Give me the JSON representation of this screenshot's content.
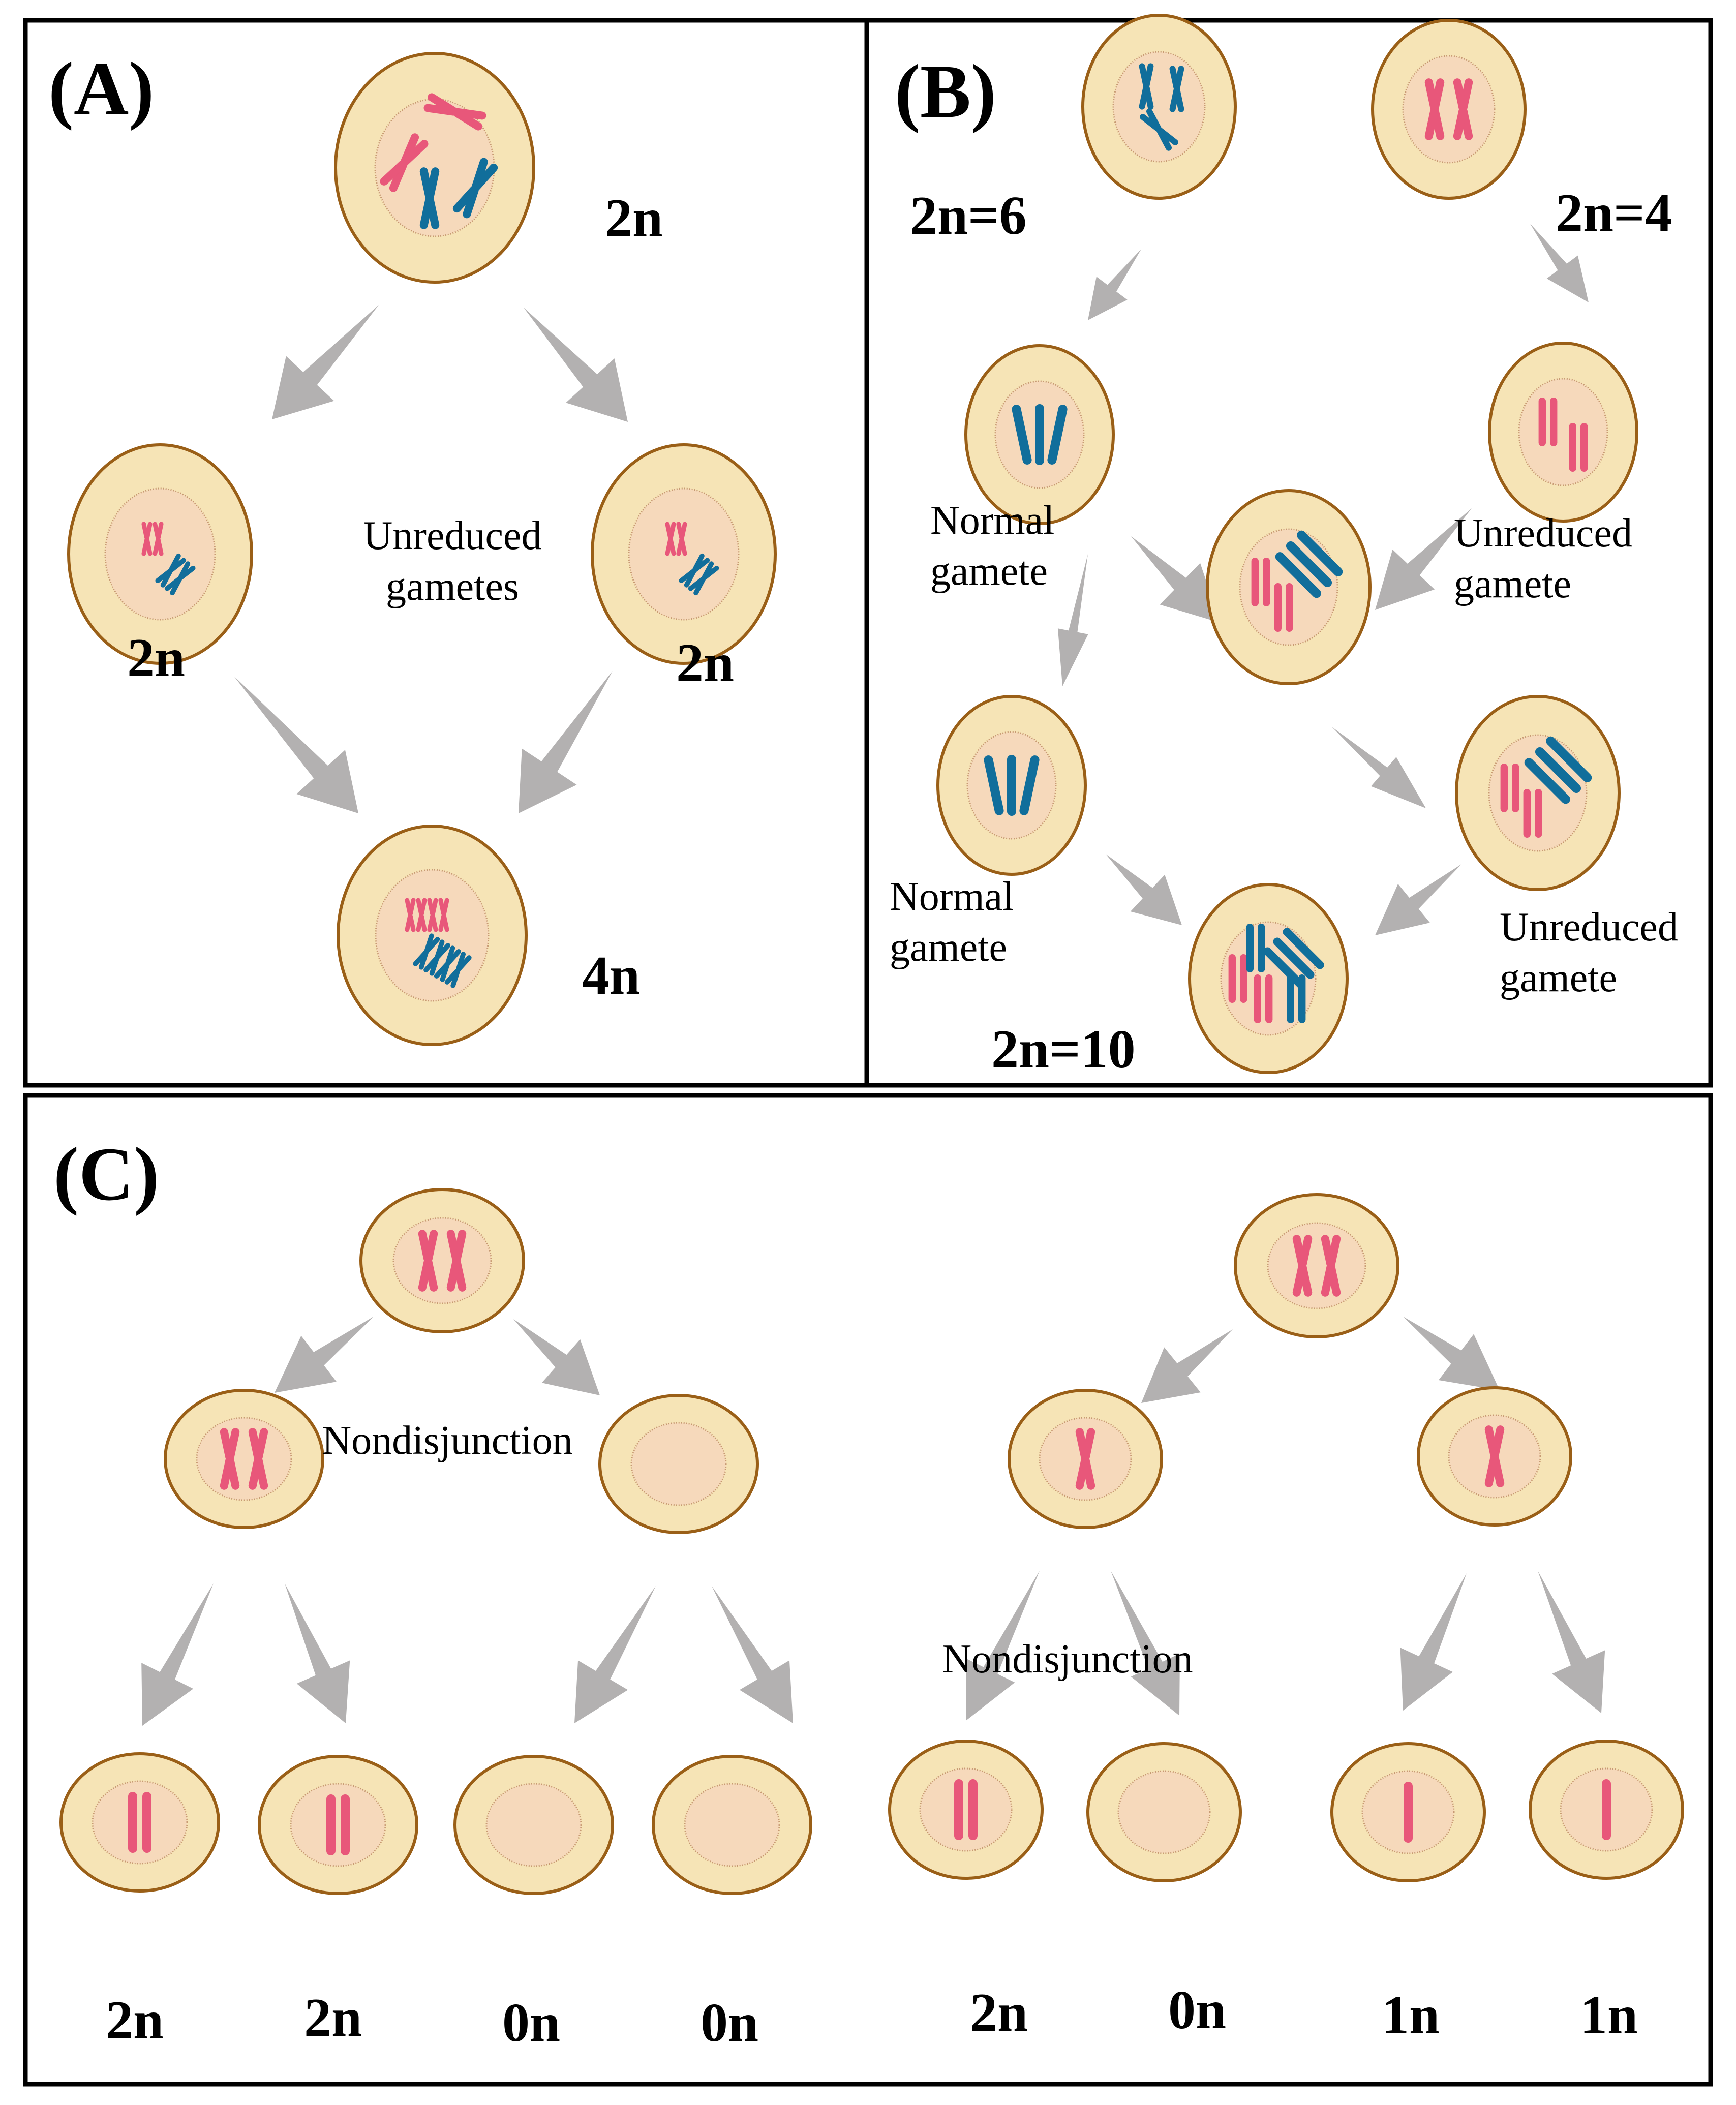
{
  "colors": {
    "cell_cytoplasm": "#f6e4b6",
    "cell_membrane": "#9a5f17",
    "nucleus": "#f6d9bb",
    "arrow": "#b3b1b1",
    "chromosome_pink": "#e8577a",
    "chromosome_blue": "#116e9b"
  },
  "panels": {
    "A": {
      "label": "(A)",
      "top_label": "2n",
      "left_label": "2n",
      "right_label": "2n",
      "bottom_label": "4n",
      "caption_line1": "Unreduced",
      "caption_line2": "gametes"
    },
    "B": {
      "label": "(B)",
      "parent1_label": "2n=6",
      "parent2_label": "2n=4",
      "normal_gamete_1_line1": "Normal",
      "normal_gamete_1_line2": "gamete",
      "unreduced_gamete_1_line1": "Unreduced",
      "unreduced_gamete_1_line2": "gamete",
      "normal_gamete_2_line1": "Normal",
      "normal_gamete_2_line2": "gamete",
      "unreduced_gamete_2_line1": "Unreduced",
      "unreduced_gamete_2_line2": "gamete",
      "offspring_label": "2n=10"
    },
    "C": {
      "label": "(C)",
      "left_tree": {
        "event_label": "Nondisjunction",
        "gamete_labels": [
          "2n",
          "2n",
          "0n",
          "0n"
        ]
      },
      "right_tree": {
        "event_label": "Nondisjunction",
        "gamete_labels": [
          "2n",
          "0n",
          "1n",
          "1n"
        ]
      }
    }
  }
}
